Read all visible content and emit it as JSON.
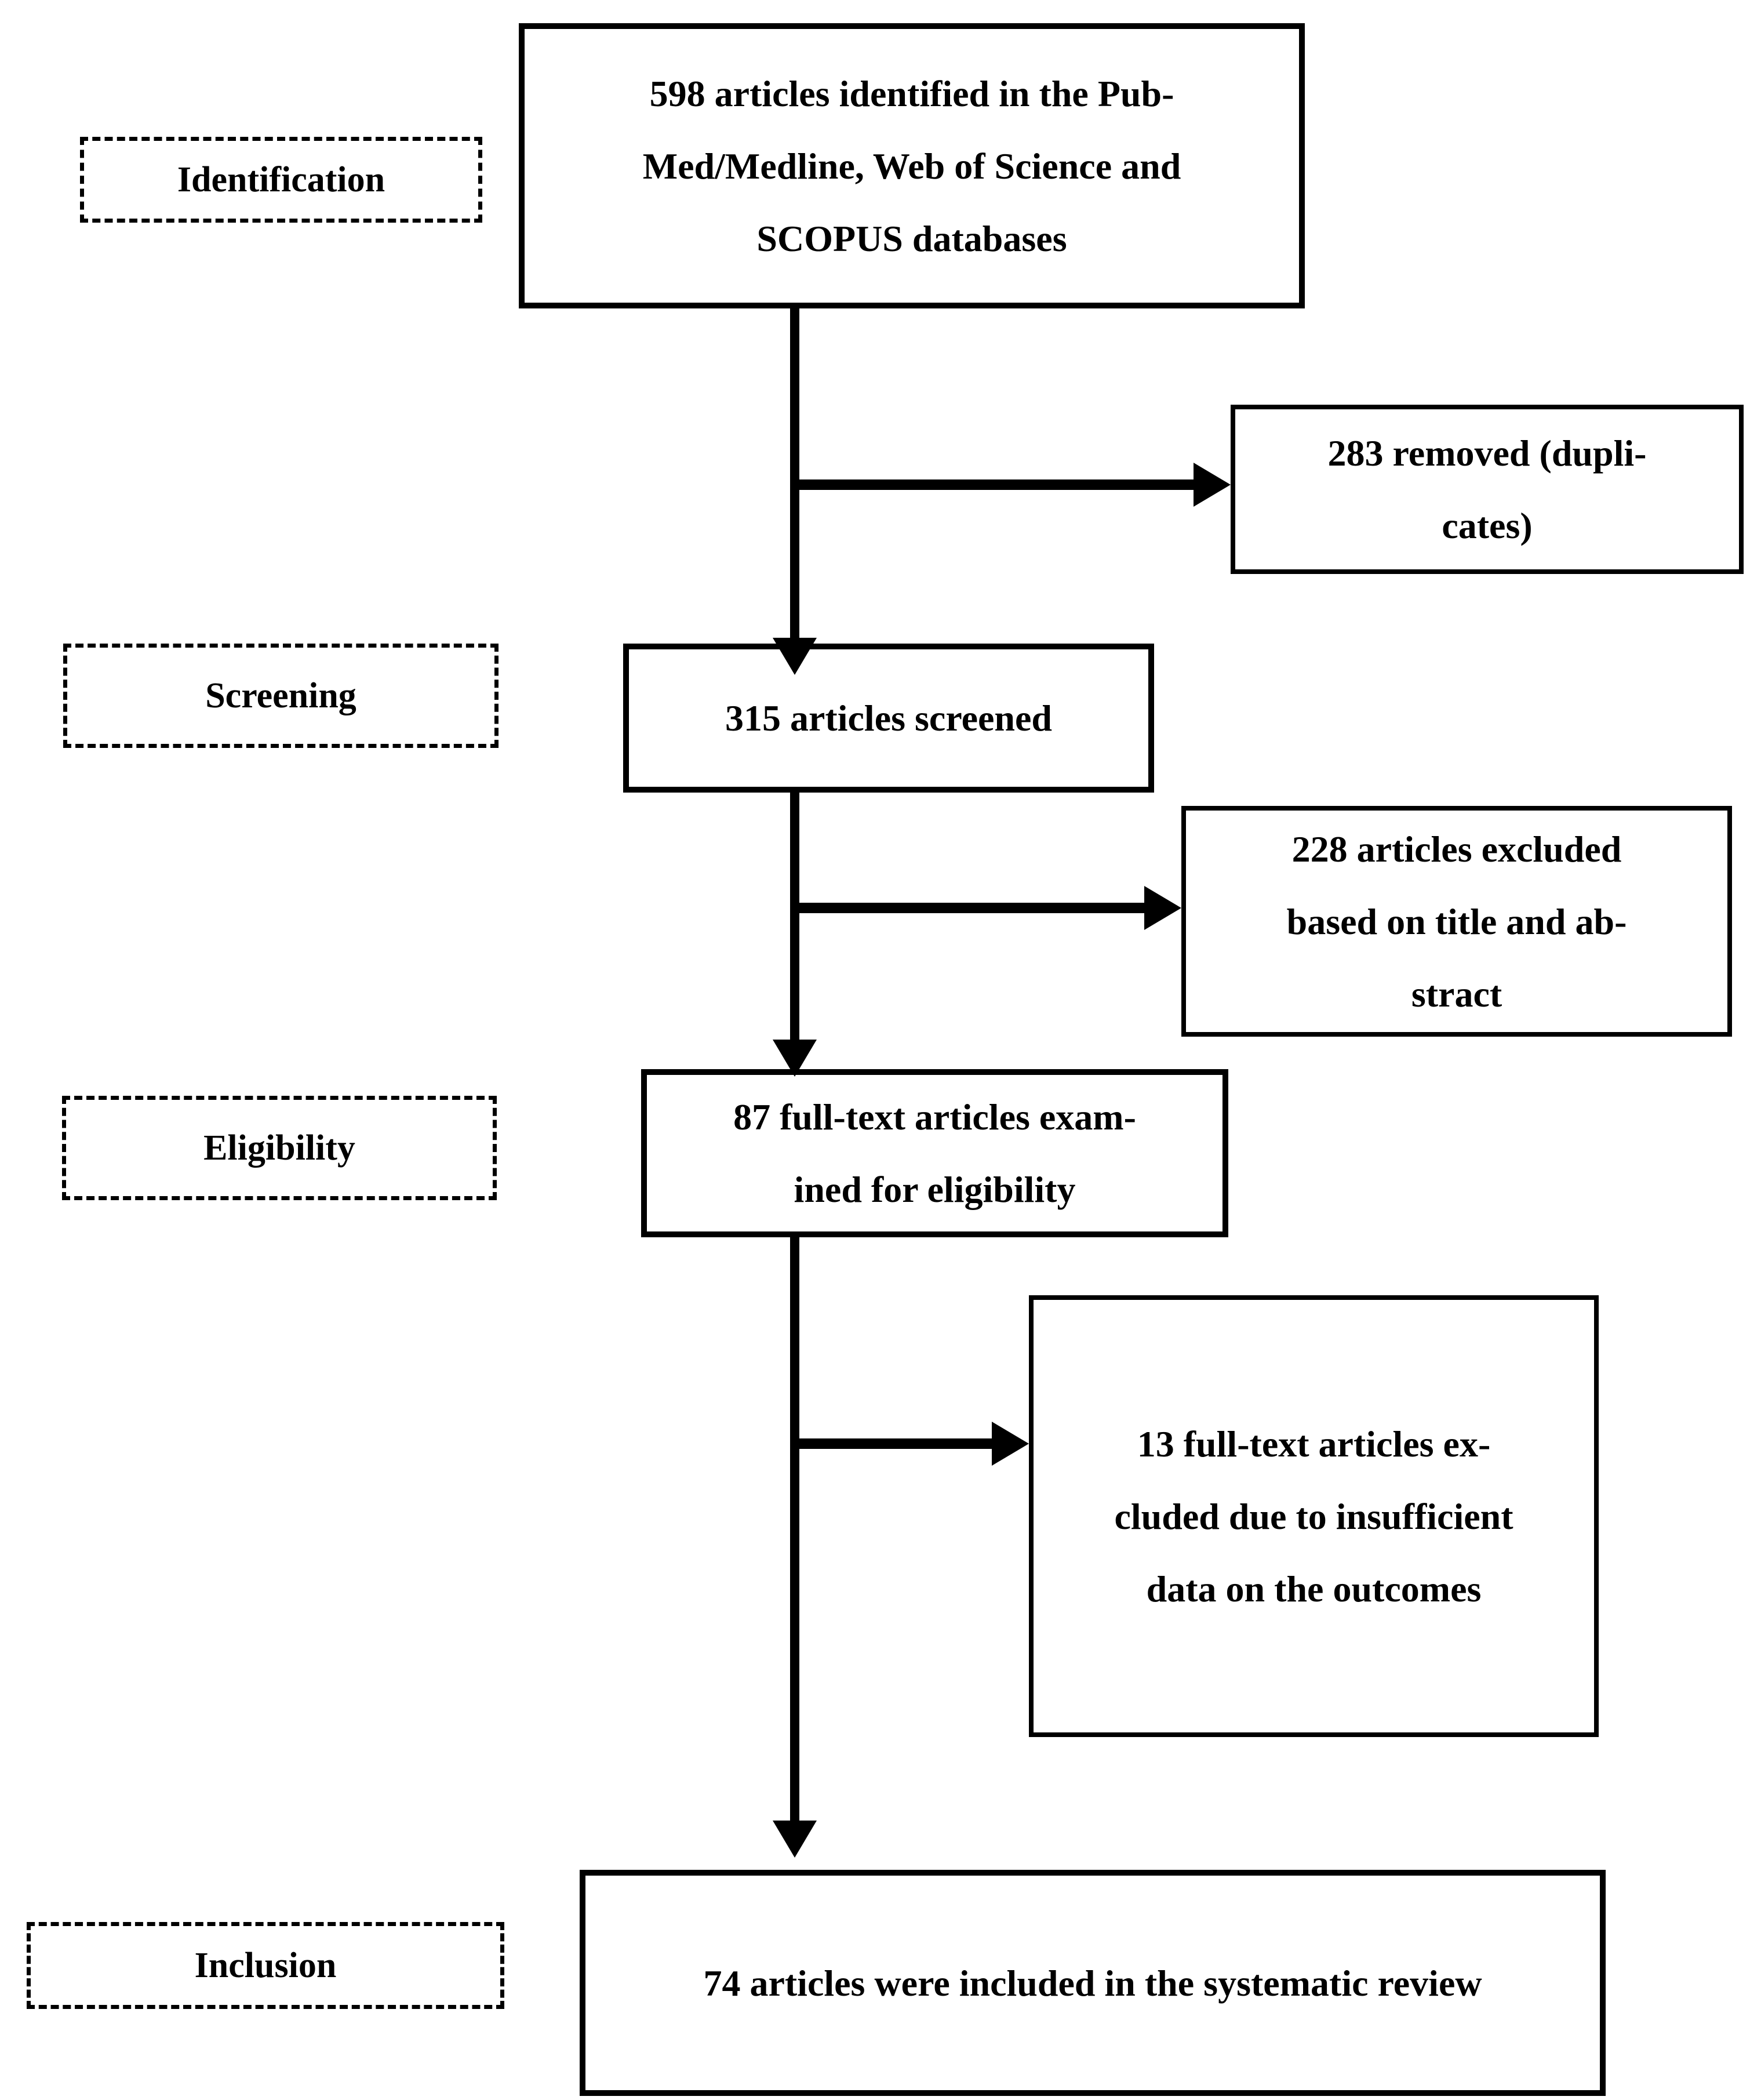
{
  "colors": {
    "ink": "#000000",
    "paper": "#ffffff"
  },
  "stages": {
    "identification": "Identification",
    "screening": "Screening",
    "eligibility": "Eligibility",
    "inclusion": "Inclusion"
  },
  "boxes": {
    "identified": {
      "lines": [
        "598 articles identified in the Pub-",
        "Med/Medline, Web of Science and",
        "SCOPUS databases"
      ]
    },
    "duplicates_removed": {
      "lines": [
        "283 removed (dupli-",
        "cates)"
      ]
    },
    "screened": {
      "lines": [
        "315 articles screened"
      ]
    },
    "excluded_title_abstract": {
      "lines": [
        "228 articles excluded",
        "based on title and ab-",
        "stract"
      ]
    },
    "fulltext_examined": {
      "lines": [
        "87 full-text articles exam-",
        "ined for eligibility"
      ]
    },
    "fulltext_excluded": {
      "lines": [
        "13 full-text articles ex-",
        "cluded due to insufficient",
        "data on the outcomes"
      ]
    },
    "included": {
      "lines": [
        "74 articles were included in the systematic review"
      ]
    }
  }
}
